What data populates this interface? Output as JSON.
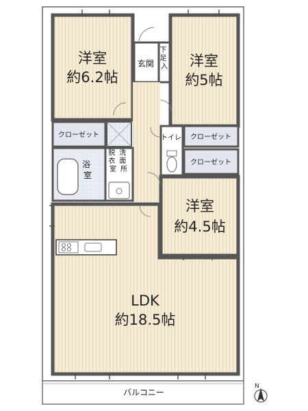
{
  "rooms": {
    "western_1": {
      "name": "洋室",
      "size": "約6.2帖"
    },
    "western_2": {
      "name": "洋室",
      "size": "約5帖"
    },
    "western_3": {
      "name": "洋室",
      "size": "約4.5帖"
    },
    "ldk": {
      "name": "LDK",
      "size": "約18.5帖"
    },
    "entrance": "玄関",
    "shoe_storage": "下足入",
    "toilet": "トイレ",
    "bath": "浴室",
    "washroom": "洗面所",
    "dressing": "脱衣室",
    "balcony": "バルコニー"
  },
  "closets": [
    "クローゼット",
    "クローゼット",
    "クローゼット"
  ],
  "compass": "N",
  "colors": {
    "room_fill": "#f6ecd6",
    "room_stripe": "#e6d6b6",
    "closet_fill": "#e3e6ee",
    "wet_fill": "#dde6f2",
    "wall": "#555555",
    "floor_bg": "#ffffff"
  }
}
